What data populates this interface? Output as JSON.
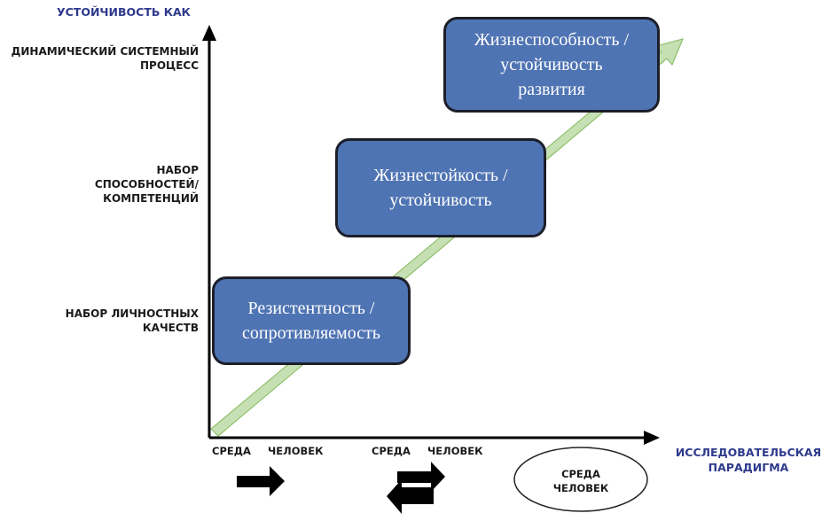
{
  "y_axis": {
    "title": "УСТОЙЧИВОСТЬ КАК",
    "levels": [
      {
        "label_lines": [
          "ДИНАМИЧЕСКИЙ СИСТЕМНЫЙ",
          "ПРОЦЕСС"
        ]
      },
      {
        "label_lines": [
          "НАБОР",
          "СПОСОБНОСТЕЙ/",
          "КОМПЕТЕНЦИЙ"
        ]
      },
      {
        "label_lines": [
          "НАБОР ЛИЧНОСТНЫХ",
          "КАЧЕСТВ"
        ]
      }
    ]
  },
  "x_axis": {
    "title_lines": [
      "ИССЛЕДОВАТЕЛЬСКАЯ",
      "ПАРАДИГМА"
    ],
    "paradigms": [
      {
        "left": "СРЕДА",
        "right": "ЧЕЛОВЕК",
        "relation": "one-way-arrow"
      },
      {
        "left": "СРЕДА",
        "right": "ЧЕЛОВЕК",
        "relation": "two-way-arrows"
      },
      {
        "lines": [
          "СРЕДА",
          "ЧЕЛОВЕК"
        ],
        "relation": "ellipse-unity"
      }
    ]
  },
  "stages": [
    {
      "lines": [
        "Резистентность /",
        "сопротивляемость"
      ]
    },
    {
      "lines": [
        "Жизнестойкость /",
        "устойчивость"
      ]
    },
    {
      "lines": [
        "Жизнеспособность /",
        "устойчивость",
        "развития"
      ]
    }
  ],
  "colors": {
    "box_fill": "#4f74b3",
    "box_border": "#1c1f2a",
    "trend_arrow": "#c6e0b4",
    "trend_arrow_border": "#8fbf6a",
    "axis_title": "#2e3a8c"
  }
}
